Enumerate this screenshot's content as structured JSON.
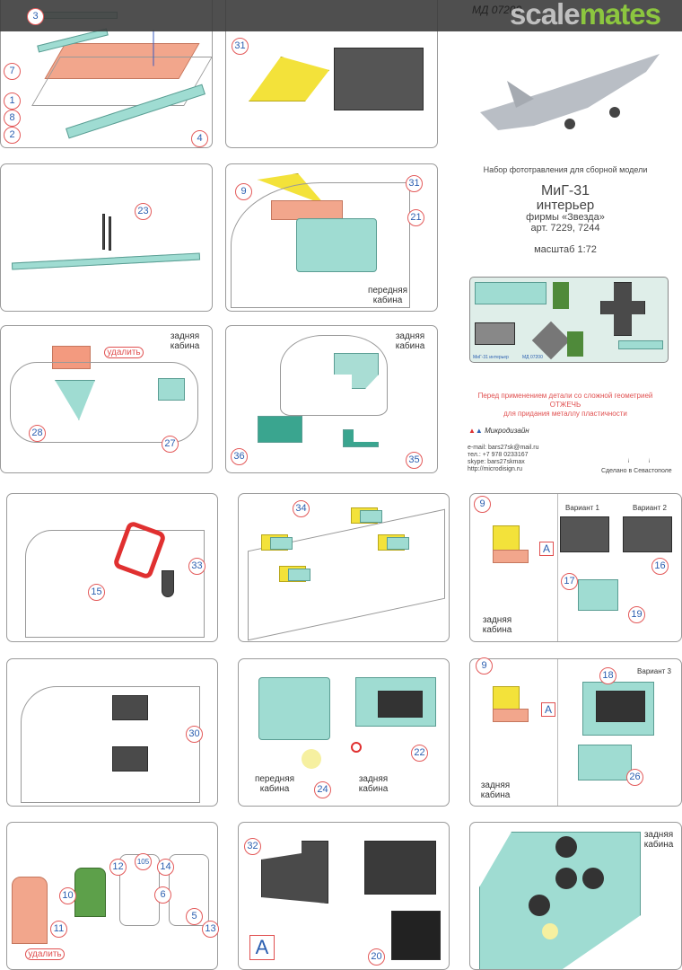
{
  "header": {
    "code": "МД 07200",
    "watermark_a": "scale",
    "watermark_b": "mates"
  },
  "info": {
    "subtitle": "Набор фототравления для сборной модели",
    "title": "МиГ-31",
    "title2": "интерьер",
    "maker": "фирмы «Звезда»",
    "art": "арт. 7229, 7244",
    "scale": "масштаб 1:72",
    "fret_label": "МиГ-31 интерьер",
    "fret_code": "МД 07200",
    "warn1": "Перед применением детали со сложной геометрией",
    "warn2": "ОТЖЕЧЬ",
    "warn3": "для придания металлу пластичности",
    "brand": "Микродизайн",
    "email": "e-mail: bars27sk@mail.ru",
    "tel": "тел.: +7 978 0233167",
    "skype": "skype: bars27skmax",
    "web": "http://microdisign.ru",
    "made": "Сделано в Севастополе"
  },
  "labels": {
    "front_cabin": "передняя кабина",
    "rear_cabin": "задняя кабина",
    "remove": "удалить",
    "variant1": "Вариант 1",
    "variant2": "Вариант 2",
    "variant3": "Вариант 3",
    "marker_a": "A"
  },
  "callouts": {
    "p1": [
      "3",
      "7",
      "1",
      "8",
      "2",
      "4"
    ],
    "p2": [
      "31"
    ],
    "p3": [
      "23"
    ],
    "p4": [
      "9",
      "31",
      "21"
    ],
    "p5": [
      "28",
      "27"
    ],
    "p6": [
      "36",
      "35"
    ],
    "p7": [
      "15",
      "33"
    ],
    "p8": [
      "34"
    ],
    "p9": [
      "9",
      "17",
      "16",
      "19"
    ],
    "p10": [
      "30"
    ],
    "p11": [
      "22",
      "24"
    ],
    "p12": [
      "9",
      "18",
      "26"
    ],
    "p13": [
      "10",
      "11",
      "12",
      "105",
      "6",
      "14",
      "5",
      "13"
    ],
    "p14": [
      "32",
      "20"
    ]
  }
}
